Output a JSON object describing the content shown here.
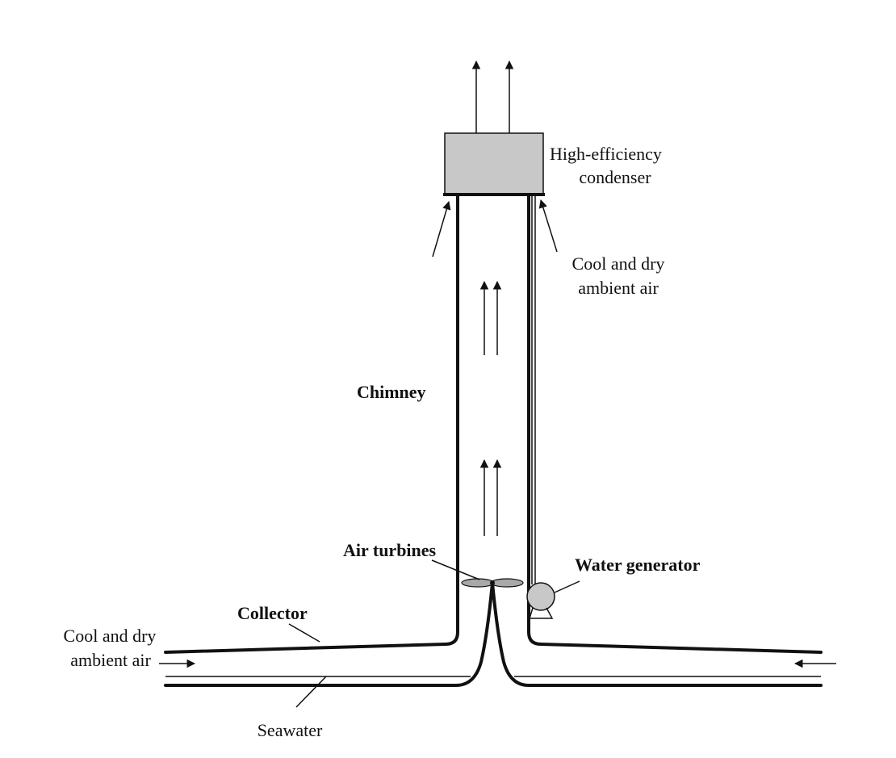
{
  "labels": {
    "condenser_line1": "High-efficiency",
    "condenser_line2": "condenser",
    "cool_air_top_line1": "Cool and dry",
    "cool_air_top_line2": "ambient air",
    "chimney": "Chimney",
    "air_turbines": "Air turbines",
    "water_generator": "Water generator",
    "collector": "Collector",
    "cool_air_left_line1": "Cool and dry",
    "cool_air_left_line2": "ambient air",
    "seawater": "Seawater"
  },
  "colors": {
    "stroke": "#111111",
    "condenser_fill": "#c8c8c8",
    "generator_fill": "#c8c8c8",
    "turbine_fill": "#a8a8a8"
  }
}
